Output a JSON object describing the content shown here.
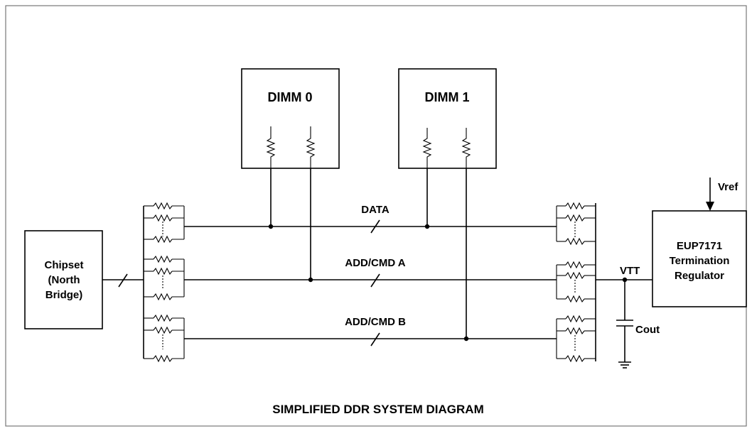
{
  "title": "SIMPLIFIED DDR SYSTEM DIAGRAM",
  "blocks": {
    "dimm0": "DIMM 0",
    "dimm1": "DIMM 1",
    "chipset": [
      "Chipset",
      "(North",
      "Bridge)"
    ],
    "regulator": [
      "EUP7171",
      "Termination",
      "Regulator"
    ]
  },
  "buses": {
    "data": "DATA",
    "add_cmd_a": "ADD/CMD A",
    "add_cmd_b": "ADD/CMD B"
  },
  "nodes": {
    "vtt": "VTT",
    "cout": "Cout",
    "vref": "Vref"
  }
}
